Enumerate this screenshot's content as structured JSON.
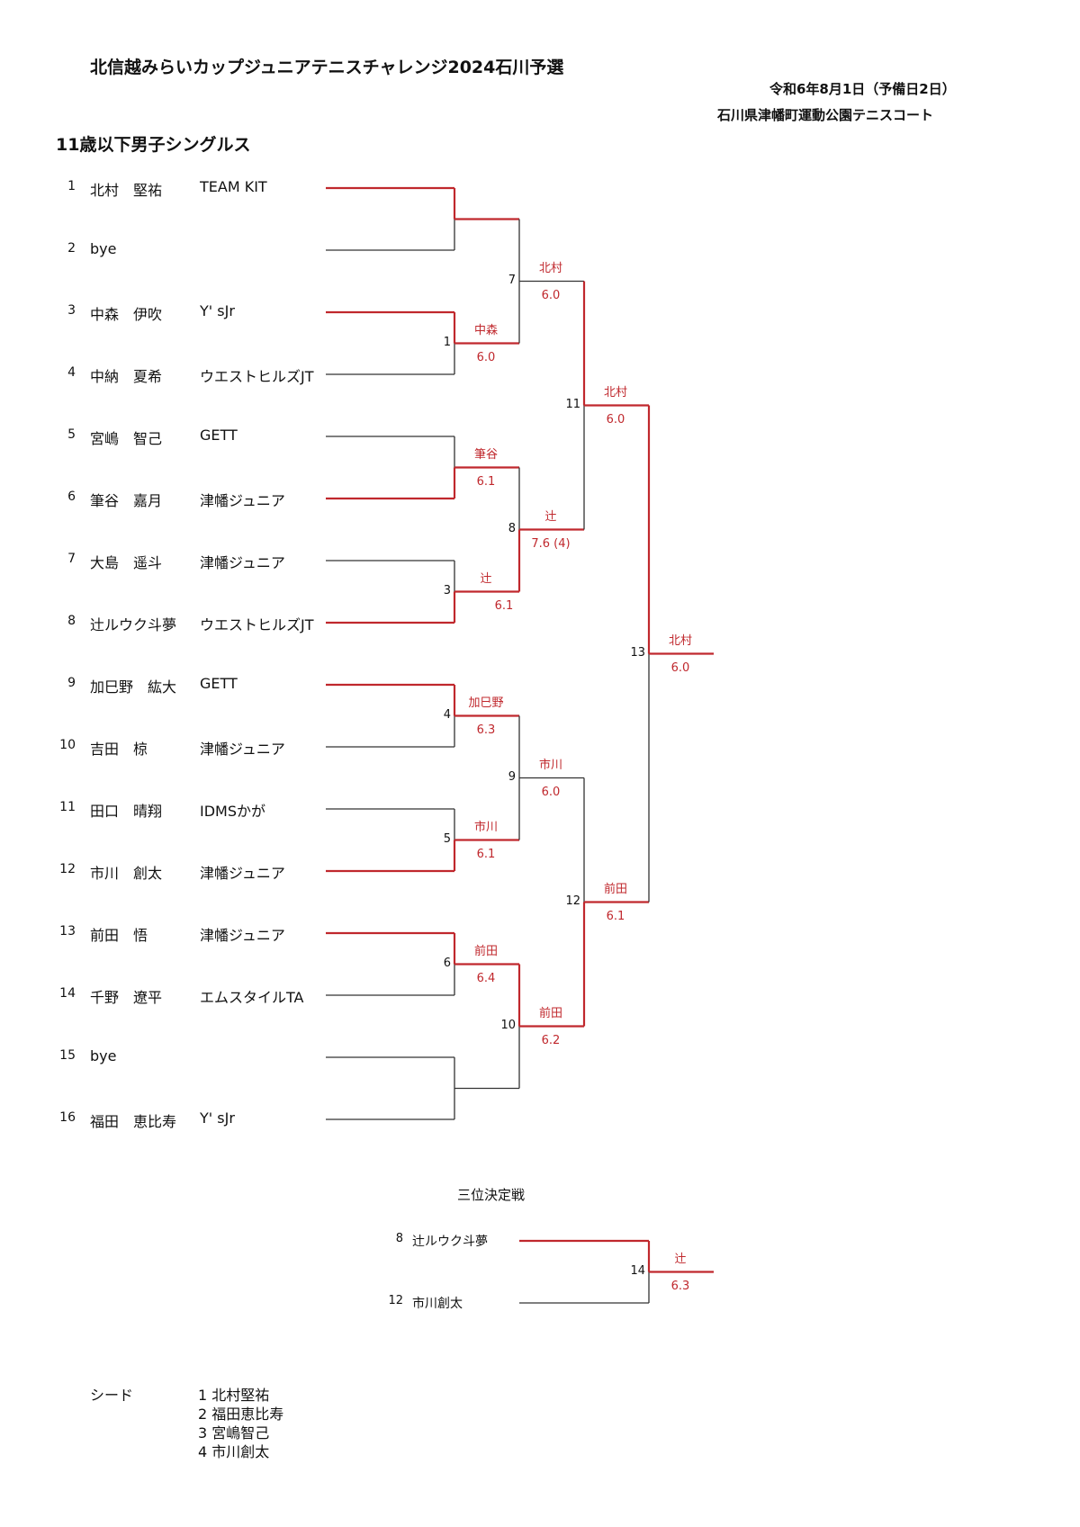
{
  "header": {
    "title": "北信越みらいカップジュニアテニスチャレンジ2024石川予選",
    "date": "令和6年8月1日（予備日2日）",
    "venue": "石川県津幡町運動公園テニスコート",
    "event": "11歳以下男子シングルス"
  },
  "players": [
    {
      "num": "1",
      "name": "北村　堅祐",
      "club": "TEAM KIT",
      "advance": true
    },
    {
      "num": "2",
      "name": "bye",
      "club": "",
      "advance": false
    },
    {
      "num": "3",
      "name": "中森　伊吹",
      "club": "Y' sJr",
      "advance": true
    },
    {
      "num": "4",
      "name": "中納　夏希",
      "club": "ウエストヒルズJT",
      "advance": false
    },
    {
      "num": "5",
      "name": "宮嶋　智己",
      "club": "GETT",
      "advance": false
    },
    {
      "num": "6",
      "name": "筆谷　嘉月",
      "club": "津幡ジュニア",
      "advance": true
    },
    {
      "num": "7",
      "name": "大島　遥斗",
      "club": "津幡ジュニア",
      "advance": false
    },
    {
      "num": "8",
      "name": "辻ルウク斗夢",
      "club": "ウエストヒルズJT",
      "advance": true
    },
    {
      "num": "9",
      "name": "加巳野　紘大",
      "club": "GETT",
      "advance": true
    },
    {
      "num": "10",
      "name": "吉田　椋",
      "club": "津幡ジュニア",
      "advance": false
    },
    {
      "num": "11",
      "name": "田口　晴翔",
      "club": "IDMSかが",
      "advance": false
    },
    {
      "num": "12",
      "name": "市川　創太",
      "club": "津幡ジュニア",
      "advance": true
    },
    {
      "num": "13",
      "name": "前田　悟",
      "club": "津幡ジュニア",
      "advance": true
    },
    {
      "num": "14",
      "name": "千野　遼平",
      "club": "エムスタイルTA",
      "advance": false
    },
    {
      "num": "15",
      "name": "bye",
      "club": "",
      "advance": false
    },
    {
      "num": "16",
      "name": "福田　恵比寿",
      "club": "Y' sJr",
      "advance": false
    }
  ],
  "matches": [
    {
      "num": "",
      "winner": "",
      "score": ""
    },
    {
      "num": "1",
      "winner": "中森",
      "score": "6.0"
    },
    {
      "num": "",
      "winner": "筆谷",
      "score": "6.1"
    },
    {
      "num": "3",
      "winner": "辻",
      "score": "6.1"
    },
    {
      "num": "4",
      "winner": "加巳野",
      "score": "6.3"
    },
    {
      "num": "5",
      "winner": "市川",
      "score": "6.1"
    },
    {
      "num": "6",
      "winner": "前田",
      "score": "6.4"
    },
    {
      "num": "",
      "winner": "",
      "score": ""
    },
    {
      "num": "7",
      "winner": "北村",
      "score": "6.0"
    },
    {
      "num": "8",
      "winner": "辻",
      "score": "7.6 (4)"
    },
    {
      "num": "9",
      "winner": "市川",
      "score": "6.0"
    },
    {
      "num": "10",
      "winner": "前田",
      "score": "6.2"
    },
    {
      "num": "11",
      "winner": "北村",
      "score": "6.0"
    },
    {
      "num": "12",
      "winner": "前田",
      "score": "6.1"
    },
    {
      "num": "13",
      "winner": "北村",
      "score": "6.0"
    }
  ],
  "third_place": {
    "title": "三位決定戦",
    "players": [
      {
        "num": "8",
        "name": "辻ルウク斗夢"
      },
      {
        "num": "12",
        "name": "市川創太"
      }
    ],
    "match": {
      "num": "14",
      "winner": "辻",
      "score": "6.3"
    }
  },
  "seeds": {
    "label": "シード",
    "items": [
      "1 北村堅祐",
      "2 福田恵比寿",
      "3 宮嶋智己",
      "4 市川創太"
    ]
  },
  "colors": {
    "win_line": "#c0282d",
    "lose_line": "#333333",
    "win_text": "#c0282d"
  }
}
